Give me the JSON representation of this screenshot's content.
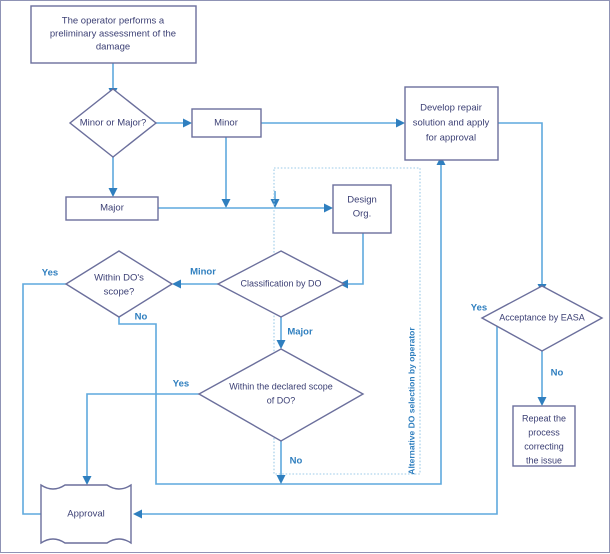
{
  "diagram": {
    "title": "Aircraft damage repair approval process flowchart",
    "colors": {
      "node_stroke": "#6b6f9c",
      "node_fill": "#ffffff",
      "node_text": "#3b3f74",
      "connector": "#5fa9dd",
      "arrowhead": "#2f7fbf",
      "edge_label": "#2f7fbf",
      "group_dashed": "#9dcbe8",
      "page_border": "#8f93b5",
      "background": "#ffffff"
    },
    "nodes": [
      {
        "id": "assessment",
        "kind": "process",
        "lines": [
          "The operator performs a",
          "preliminary assessment of the",
          "damage"
        ]
      },
      {
        "id": "minor-or-major",
        "kind": "decision",
        "lines": [
          "Minor or Major?"
        ]
      },
      {
        "id": "minor",
        "kind": "process",
        "lines": [
          "Minor"
        ]
      },
      {
        "id": "major",
        "kind": "process",
        "lines": [
          "Major"
        ]
      },
      {
        "id": "design-org",
        "kind": "process",
        "lines": [
          "Design",
          "Org."
        ]
      },
      {
        "id": "develop-repair",
        "kind": "process",
        "lines": [
          "Develop repair",
          "solution and apply",
          "for approval"
        ]
      },
      {
        "id": "within-do-scope",
        "kind": "decision",
        "lines": [
          "Within DO's",
          "scope?"
        ]
      },
      {
        "id": "classification-by-do",
        "kind": "decision",
        "lines": [
          "Classification by DO"
        ]
      },
      {
        "id": "within-declared-scope",
        "kind": "decision",
        "lines": [
          "Within the declared scope",
          "of DO?"
        ]
      },
      {
        "id": "acceptance-by-easa",
        "kind": "decision",
        "lines": [
          "Acceptance by EASA"
        ]
      },
      {
        "id": "repeat-process",
        "kind": "process",
        "lines": [
          "Repeat the",
          "process",
          "correcting",
          "the issue"
        ]
      },
      {
        "id": "approval",
        "kind": "card",
        "lines": [
          "Approval"
        ]
      }
    ],
    "edge_labels": [
      {
        "id": "minor-branch",
        "text": "Minor"
      },
      {
        "id": "major-branch",
        "text": "Major"
      },
      {
        "id": "within-do-yes",
        "text": "Yes"
      },
      {
        "id": "within-do-no",
        "text": "No"
      },
      {
        "id": "declared-scope-yes",
        "text": "Yes"
      },
      {
        "id": "declared-scope-no",
        "text": "No"
      },
      {
        "id": "easa-yes",
        "text": "Yes"
      },
      {
        "id": "easa-no",
        "text": "No"
      }
    ],
    "group_label": {
      "id": "alternate-do",
      "text": "Alternative DO selection by operator"
    }
  }
}
